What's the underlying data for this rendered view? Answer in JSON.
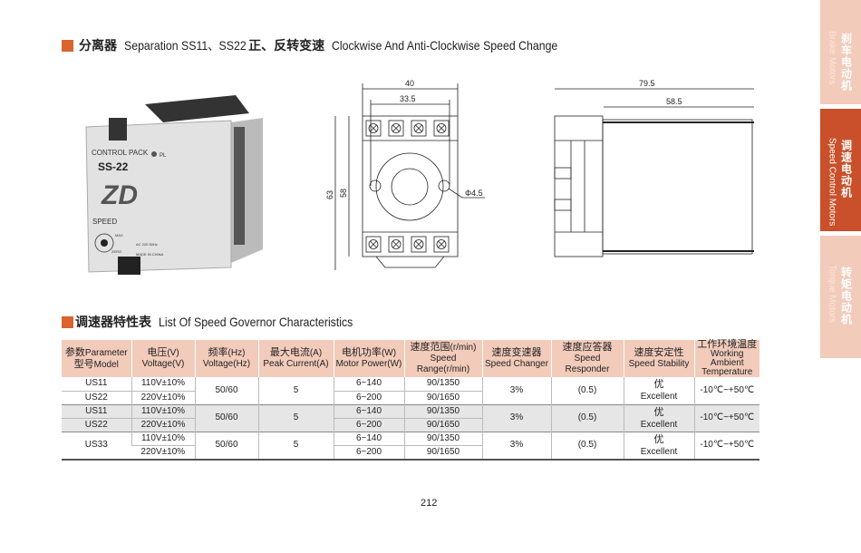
{
  "section1": {
    "cn_title1": "分离器",
    "en_title1": "Separation SS11、SS22",
    "cn_title2": "正、反转变速",
    "en_title2": "Clockwise And Anti-Clockwise Speed Change"
  },
  "photo": {
    "label1": "CONTROL PACK",
    "pl": "PL",
    "model": "SS-22",
    "logo": "ZD",
    "speed": "SPEED",
    "max": "MAX",
    "zero": "ZERO",
    "ac": "AC 220 50Hz",
    "made": "MADE IN CHINA"
  },
  "front_drawing": {
    "dim_width_outer": "40",
    "dim_width_inner": "33.5",
    "dim_height_outer": "63",
    "dim_height_inner": "58",
    "dim_hole": "Φ4.5"
  },
  "side_drawing": {
    "dim_length_total": "79.5",
    "dim_length_body": "58.5"
  },
  "section2": {
    "cn_title": "调速器特性表",
    "en_title": "List Of Speed Governor Characteristics"
  },
  "table": {
    "headers": [
      {
        "cn": "参数",
        "en": "Parameter",
        "cn2": "型号",
        "en2": "Model"
      },
      {
        "cn": "电压",
        "en": "(V)",
        "sub": "Voltage(V)"
      },
      {
        "cn": "频率",
        "en": "(Hz)",
        "sub": "Voltage(Hz)"
      },
      {
        "cn": "最大电流",
        "en": "(A)",
        "sub": "Peak Current(A)"
      },
      {
        "cn": "电机功率",
        "en": "(W)",
        "sub": "Motor Power(W)"
      },
      {
        "cn": "速度范围",
        "en": "(r/min)",
        "sub": "Speed Range(r/min)"
      },
      {
        "cn": "速度变速器",
        "sub": "Speed Changer"
      },
      {
        "cn": "速度应答器",
        "sub": "Speed Responder"
      },
      {
        "cn": "速度安定性",
        "sub": "Speed Stability"
      },
      {
        "cn": "工作环境温度",
        "sub": "Working Ambient",
        "sub2": "Temperature"
      }
    ],
    "groups": [
      {
        "models": [
          "US11",
          "US22"
        ],
        "voltages": [
          "110V±10%",
          "220V±10%"
        ],
        "freq": "50/60",
        "current": "5",
        "power": [
          "6~140",
          "6~200"
        ],
        "range": [
          "90/1350",
          "90/1650"
        ],
        "changer": "3%",
        "responder": "(0.5)",
        "stability_cn": "优",
        "stability_en": "Excellent",
        "temp": "-10℃~+50℃"
      },
      {
        "models": [
          "US11",
          "US22"
        ],
        "voltages": [
          "110V±10%",
          "220V±10%"
        ],
        "freq": "50/60",
        "current": "5",
        "power": [
          "6~140",
          "6~200"
        ],
        "range": [
          "90/1350",
          "90/1650"
        ],
        "changer": "3%",
        "responder": "(0.5)",
        "stability_cn": "优",
        "stability_en": "Excellent",
        "temp": "-10℃~+50℃"
      },
      {
        "models": [
          "US33"
        ],
        "voltages": [
          "110V±10%",
          "220V±10%"
        ],
        "freq": "50/60",
        "current": "5",
        "power": [
          "6~140",
          "6~200"
        ],
        "range": [
          "90/1350",
          "90/1650"
        ],
        "changer": "3%",
        "responder": "(0.5)",
        "stability_cn": "优",
        "stability_en": "Excellent",
        "temp": "-10℃~+50℃"
      }
    ]
  },
  "page_number": "212",
  "side_tabs": [
    {
      "cn": "刹车电动机",
      "en": "Brake Motors",
      "active": false
    },
    {
      "cn": "调速电动机",
      "en": "Speed Control Motors",
      "active": true
    },
    {
      "cn": "转矩电动机",
      "en": "Torque Motors",
      "active": false
    }
  ],
  "colors": {
    "accent": "#d9642e",
    "tab_active": "#c9502a",
    "tab_inactive": "#f2cbbb",
    "header_bg": "#f2cbbb",
    "row_alt": "#e6e6e6"
  }
}
